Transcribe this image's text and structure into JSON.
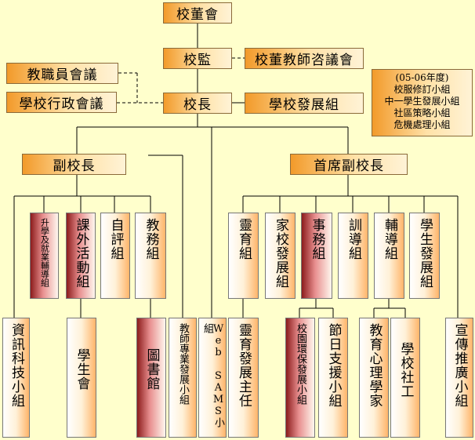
{
  "top": {
    "board": "校董會",
    "supervisor": "校監",
    "advisory": "校董教師咨議會",
    "staff_meeting": "教職員會議",
    "admin_meeting": "學校行政會議",
    "principal": "校長",
    "dev_group": "學校發展組"
  },
  "info_box": {
    "lines": [
      "(05-06年度)",
      "校服修訂小組",
      "中一學生發展小組",
      "社區策略小組",
      "危機處理小組"
    ]
  },
  "vice": {
    "vice_principal": "副校長",
    "chief_vice_principal": "首席副校長"
  },
  "left_groups": {
    "further_study": "升學及就業輔導組",
    "ecas": "課外活動組",
    "self_eval": "自評組",
    "academic": "教務組"
  },
  "right_groups": {
    "spiritual": "靈育組",
    "parent_school": "家校發展組",
    "admin_affairs": "事務組",
    "discipline": "訓導組",
    "guidance": "輔導組",
    "student_dev": "學生發展組"
  },
  "bottom": {
    "it_team": "資訊科技小組",
    "student_union": "學生會",
    "library": "圖書館",
    "teacher_dev": "教師專業發展小組",
    "web_sams": "Web SAMS小組",
    "spiritual_head": "靈育發展主任",
    "campus_env": "校園環保發展小組",
    "festival": "節日支援小組",
    "psychologist": "教育心理學家",
    "social_worker": "學校社工",
    "promotion": "宣傳推廣小組"
  }
}
